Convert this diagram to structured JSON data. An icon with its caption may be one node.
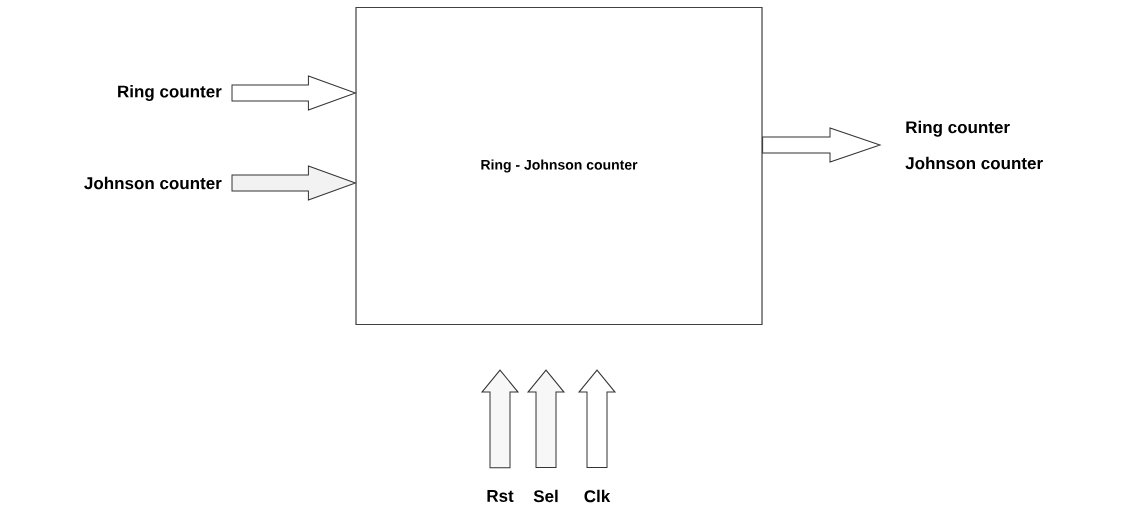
{
  "diagram": {
    "nodes": [
      {
        "text": [
          "Ring - Johnson counter"
        ]
      },
      {
        "text": [
          "Ring counter"
        ]
      },
      {
        "text": [
          "Johnson counter"
        ]
      },
      {
        "text": [
          "Ring counter",
          "Johnson counter"
        ]
      },
      {
        "text": [
          "Rst"
        ]
      },
      {
        "text": [
          "Sel"
        ]
      },
      {
        "text": [
          "Clk"
        ]
      }
    ],
    "edges": [
      {
        "from": 1,
        "to": 0,
        "arrow": "to"
      },
      {
        "from": 2,
        "to": 0,
        "arrow": "to"
      },
      {
        "from": 0,
        "to": 3,
        "arrow": "to"
      },
      {
        "from": 4,
        "to": 0,
        "arrow": "to"
      },
      {
        "from": 5,
        "to": 0,
        "arrow": "to"
      },
      {
        "from": 6,
        "to": 0,
        "arrow": "to"
      }
    ]
  }
}
